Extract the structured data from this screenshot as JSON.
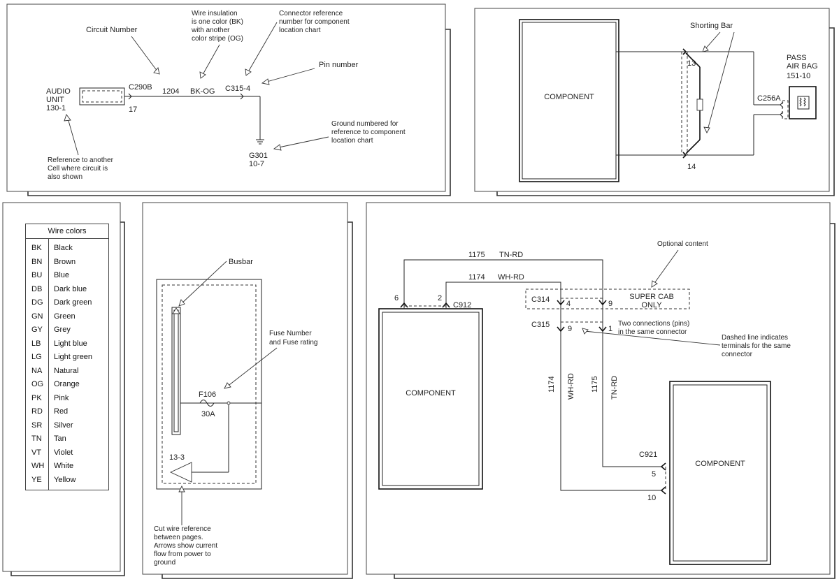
{
  "p1": {
    "circuit_number_label": "Circuit Number",
    "insulation_note": [
      "Wire insulation",
      "is one color (BK)",
      "with another",
      "color stripe (OG)"
    ],
    "connector_ref_note": [
      "Connector reference",
      "number for component",
      "location chart"
    ],
    "pin_number_label": "Pin number",
    "audio_unit": [
      "AUDIO",
      "UNIT",
      "130-1"
    ],
    "connector_c290b": "C290B",
    "pin_17": "17",
    "circuit_1204": "1204",
    "wire_color": "BK-OG",
    "connector_c315_4": "C315-4",
    "ground_note": [
      "Ground numbered for",
      "reference to component",
      "location chart"
    ],
    "ground_id": [
      "G301",
      "10-7"
    ],
    "reference_note": [
      "Reference to another",
      "Cell where circuit is",
      "also shown"
    ]
  },
  "p2": {
    "component": "COMPONENT",
    "shorting_bar": "Shorting Bar",
    "pin_13": "13",
    "pin_14": "14",
    "connector": "C256A",
    "airbag": [
      "PASS",
      "AIR BAG",
      "151-10"
    ]
  },
  "p3": {
    "title": "Wire colors",
    "rows": [
      {
        "code": "BK",
        "name": "Black"
      },
      {
        "code": "BN",
        "name": "Brown"
      },
      {
        "code": "BU",
        "name": "Blue"
      },
      {
        "code": "DB",
        "name": "Dark blue"
      },
      {
        "code": "DG",
        "name": "Dark green"
      },
      {
        "code": "GN",
        "name": "Green"
      },
      {
        "code": "GY",
        "name": "Grey"
      },
      {
        "code": "LB",
        "name": "Light blue"
      },
      {
        "code": "LG",
        "name": "Light green"
      },
      {
        "code": "NA",
        "name": "Natural"
      },
      {
        "code": "OG",
        "name": "Orange"
      },
      {
        "code": "PK",
        "name": "Pink"
      },
      {
        "code": "RD",
        "name": "Red"
      },
      {
        "code": "SR",
        "name": "Silver"
      },
      {
        "code": "TN",
        "name": "Tan"
      },
      {
        "code": "VT",
        "name": "Violet"
      },
      {
        "code": "WH",
        "name": "White"
      },
      {
        "code": "YE",
        "name": "Yellow"
      }
    ]
  },
  "p4": {
    "busbar": "Busbar",
    "fuse_note": [
      "Fuse Number",
      "and Fuse rating"
    ],
    "fuse_id": "F106",
    "fuse_rating": "30A",
    "cut_ref": "13-3",
    "cut_note": [
      "Cut wire reference",
      "between pages.",
      "Arrows show current",
      "flow from power to",
      "ground"
    ]
  },
  "p5": {
    "wire_top_num": "1175",
    "wire_top_color": "TN-RD",
    "wire_2_num": "1174",
    "wire_2_color": "WH-RD",
    "optional_label": "Optional content",
    "pin_6": "6",
    "pin_2": "2",
    "c912": "C912",
    "c314": "C314",
    "pin_4": "4",
    "pin_9a": "9",
    "super_cab": [
      "SUPER CAB",
      "ONLY"
    ],
    "c315": "C315",
    "pin_9b": "9",
    "pin_1": "1",
    "two_conn_note": [
      "Two connections (pins)",
      "in the same connector"
    ],
    "dashed_note": [
      "Dashed line indicates",
      "terminals for the same",
      "connector"
    ],
    "component_left": "COMPONENT",
    "v_1174": "1174",
    "v_whrd": "WH-RD",
    "v_1175": "1175",
    "v_tnrd": "TN-RD",
    "c921": "C921",
    "pin_5": "5",
    "pin_10": "10",
    "component_right": "COMPONENT"
  }
}
